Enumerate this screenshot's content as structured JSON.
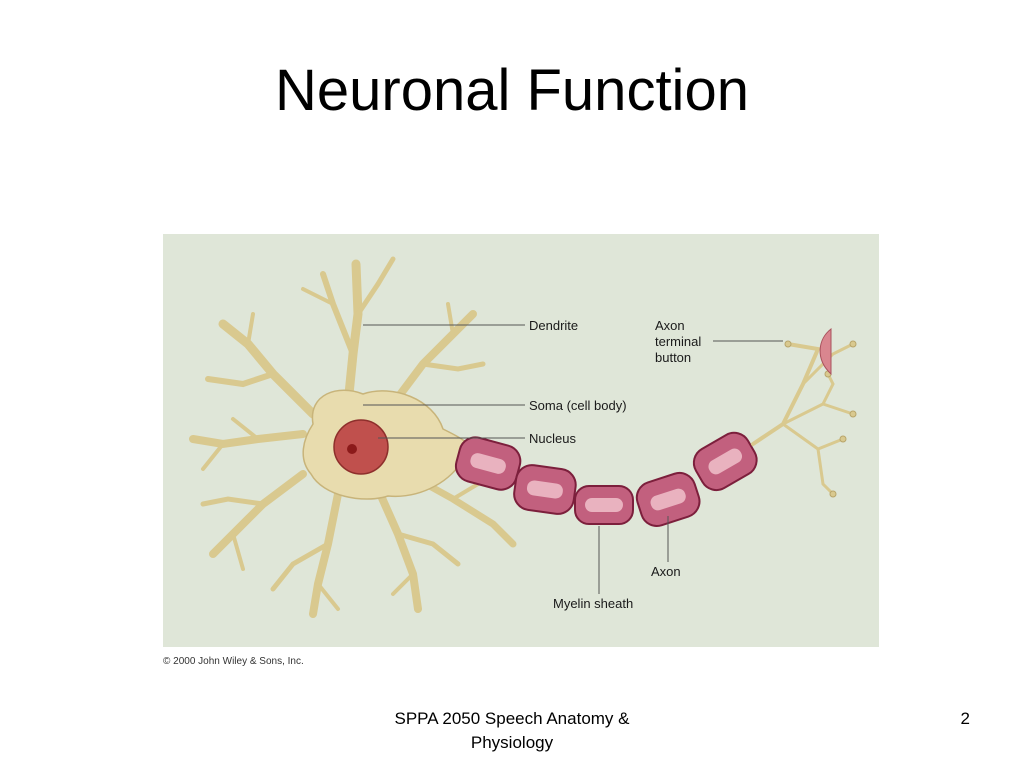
{
  "slide": {
    "title": "Neuronal Function",
    "footer_course_line1": "SPPA 2050 Speech Anatomy &",
    "footer_course_line2": "Physiology",
    "page_number": "2"
  },
  "figure": {
    "labels": {
      "dendrite": "Dendrite",
      "axon_terminal_line1": "Axon",
      "axon_terminal_line2": "terminal",
      "axon_terminal_line3": "button",
      "soma": "Soma (cell body)",
      "nucleus": "Nucleus",
      "axon": "Axon",
      "myelin": "Myelin sheath"
    },
    "copyright": "© 2000 John Wiley & Sons, Inc.",
    "colors": {
      "background": "#dfe6d8",
      "neuron_body": "#e8dcae",
      "neuron_outline": "#b8a56a",
      "nucleus": "#c0504d",
      "nucleolus": "#8b1a1a",
      "myelin_outer": "#c2607e",
      "myelin_inner": "#e9b2bf",
      "myelin_border": "#7c1f3c"
    }
  }
}
